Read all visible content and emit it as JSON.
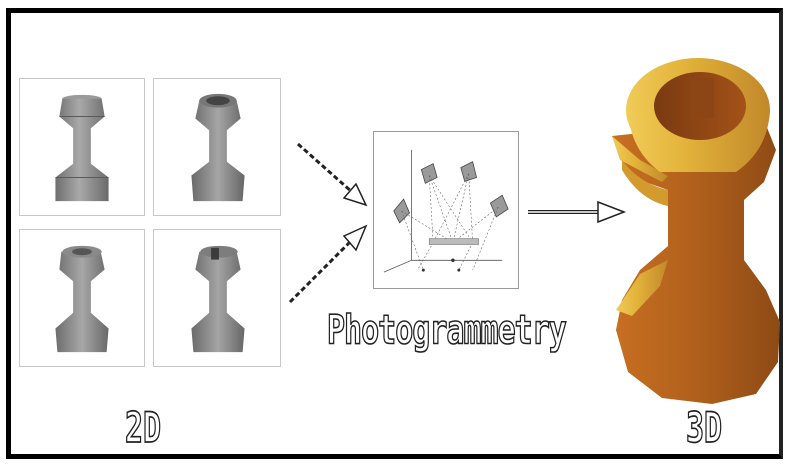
{
  "labels": {
    "process": "Photogrammetry",
    "input": "2D",
    "output": "3D"
  },
  "icons": {
    "input_views": [
      "vase-view-side",
      "vase-view-top-angle",
      "vase-view-front-low",
      "vase-view-angle-notched"
    ],
    "process_diagram": "camera-triangulation-diagram",
    "output_model": "3d-vase-model"
  },
  "colors": {
    "frame": "#000000",
    "thumb_gray": "#8a8a8a",
    "model_gold": "#d9a92c",
    "model_brown": "#a5561b",
    "arrow": "#222222"
  }
}
